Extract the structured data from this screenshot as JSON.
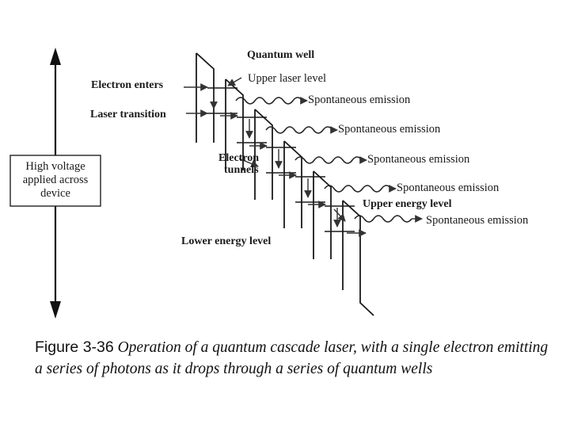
{
  "diagram": {
    "voltage_box_lines": [
      "High voltage",
      "applied across",
      "device"
    ],
    "labels": {
      "quantum_well": "Quantum well",
      "upper_laser_level": "Upper laser level",
      "electron_enters": "Electron enters",
      "laser_transition": "Laser transition",
      "electron_tunnels_line1": "Electron",
      "electron_tunnels_line2": "tunnels",
      "upper_energy_level": "Upper energy level",
      "lower_energy_level": "Lower energy level"
    },
    "emissions": [
      "Spontaneous emission",
      "Spontaneous emission",
      "Spontaneous emission",
      "Spontaneous emission",
      "Spontaneous emission"
    ]
  },
  "caption": {
    "figure_number": "Figure 3-36",
    "text": "Operation of a quantum cascade laser, with a single electron emitting a series of photons as it drops through a series of quantum wells"
  }
}
